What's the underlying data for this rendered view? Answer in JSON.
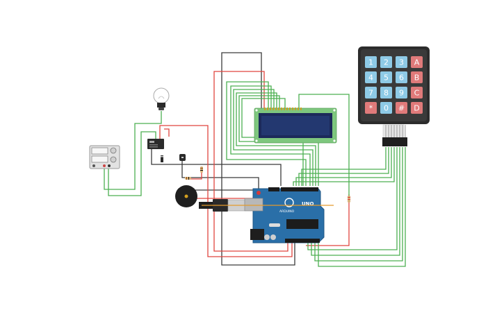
{
  "keypad": {
    "keys": [
      {
        "label": "1",
        "type": "num"
      },
      {
        "label": "2",
        "type": "num"
      },
      {
        "label": "3",
        "type": "num"
      },
      {
        "label": "A",
        "type": "fn"
      },
      {
        "label": "4",
        "type": "num"
      },
      {
        "label": "5",
        "type": "num"
      },
      {
        "label": "6",
        "type": "num"
      },
      {
        "label": "B",
        "type": "fn"
      },
      {
        "label": "7",
        "type": "num"
      },
      {
        "label": "8",
        "type": "num"
      },
      {
        "label": "9",
        "type": "num"
      },
      {
        "label": "C",
        "type": "fn"
      },
      {
        "label": "*",
        "type": "fn"
      },
      {
        "label": "0",
        "type": "num"
      },
      {
        "label": "#",
        "type": "fn"
      },
      {
        "label": "D",
        "type": "fn"
      }
    ]
  },
  "arduino": {
    "brand": "ARDUINO",
    "model": "UNO"
  },
  "colors": {
    "wire_green": "#4caf50",
    "wire_red": "#e0443e",
    "wire_black": "#3a3a3a",
    "key_num": "#8ecae6",
    "key_fn": "#e07a7a",
    "board": "#2a6fa8",
    "lcd_pcb": "#7ec77e",
    "lcd_screen": "#1c2a5a"
  }
}
